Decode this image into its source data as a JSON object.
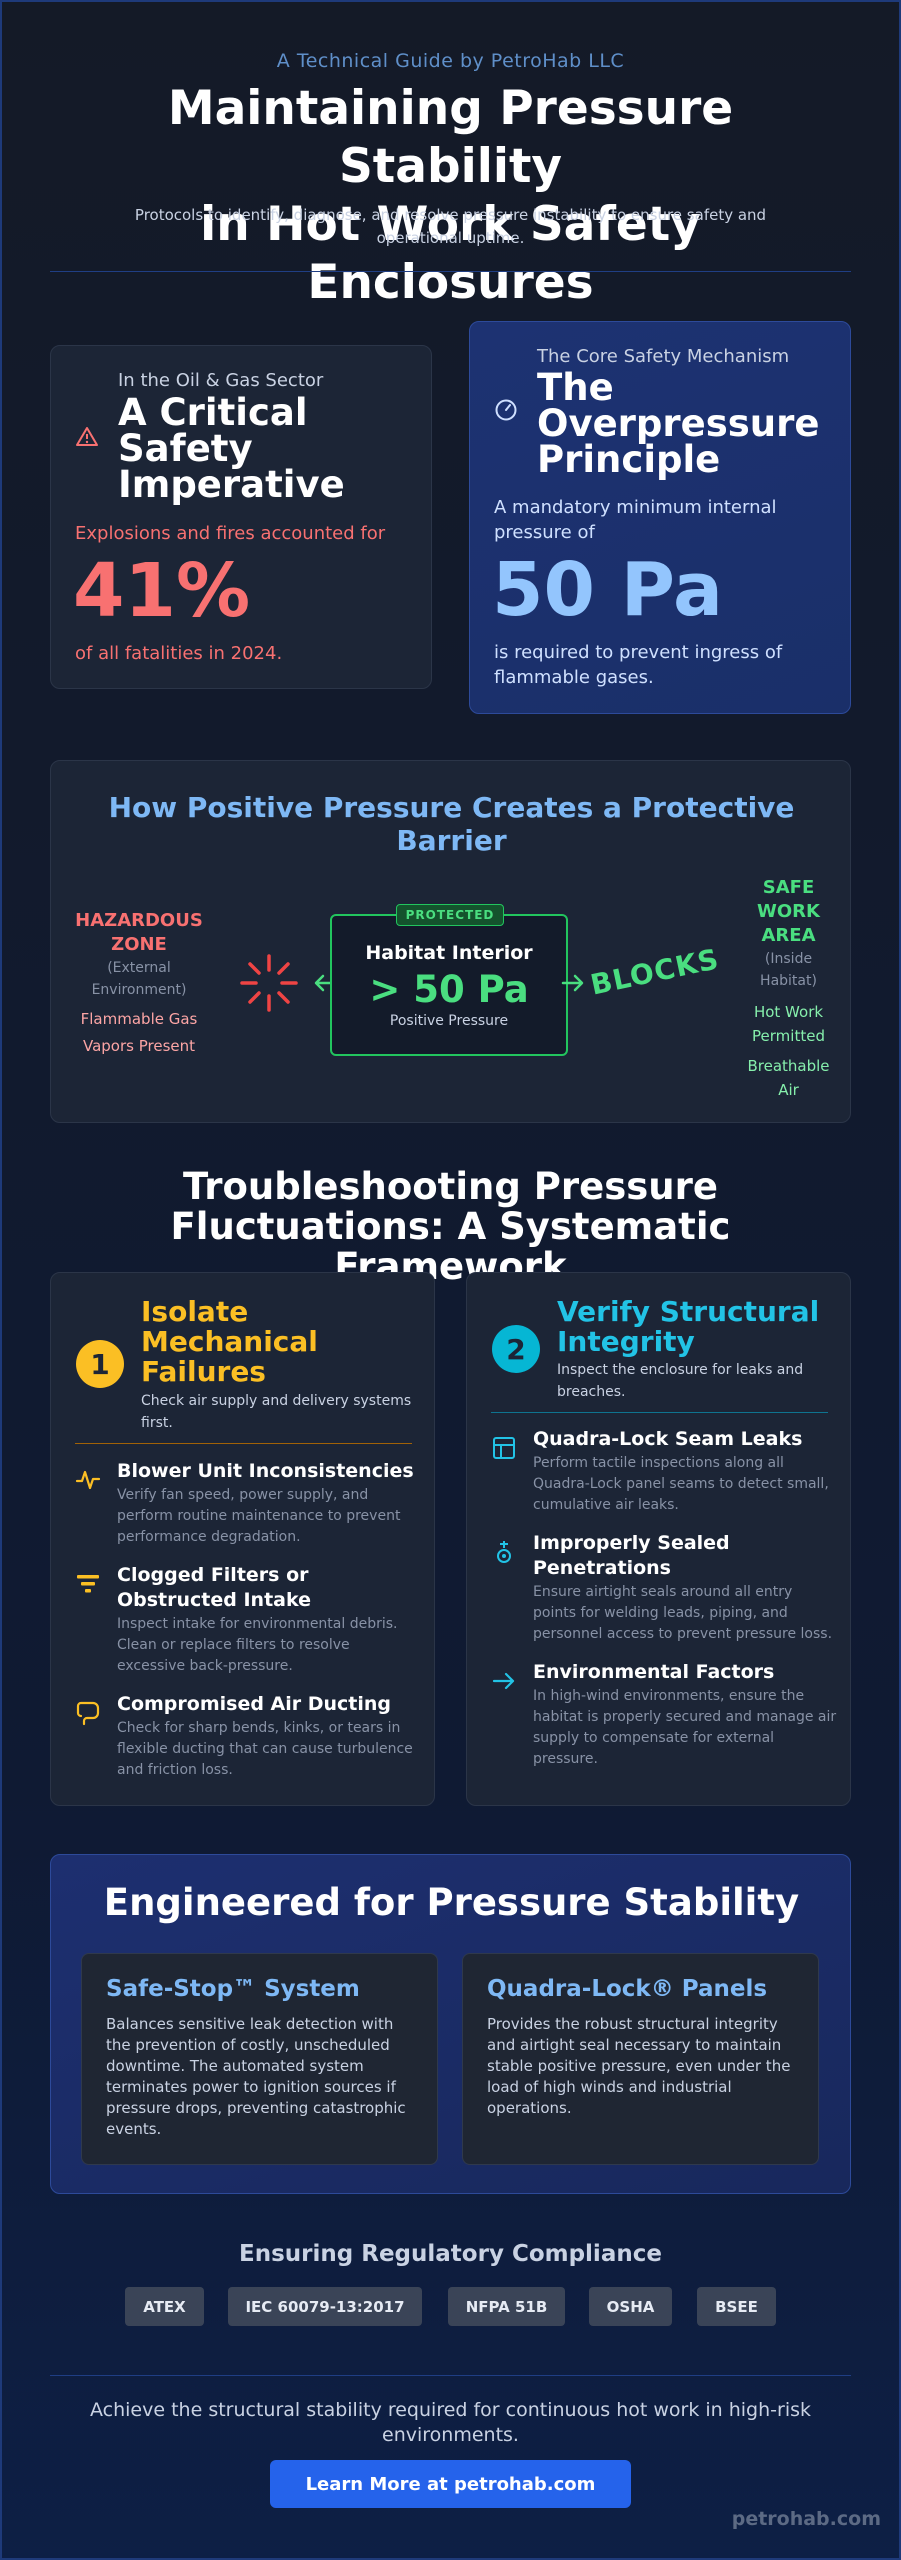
{
  "header": {
    "kicker": "A Technical Guide by PetroHab LLC",
    "title_line1": "Maintaining Pressure Stability",
    "title_line2": "in Hot Work Safety Enclosures",
    "subtitle": "Protocols to identify, diagnose, and resolve pressure instability to ensure safety and operational uptime."
  },
  "stat_left": {
    "icon": "warning-icon",
    "kicker": "In the Oil & Gas Sector",
    "title_lines": [
      "A Critical",
      "Safety",
      "Imperative"
    ],
    "pre": "Explosions and fires accounted for",
    "big": "41%",
    "post": "of all fatalities in 2024."
  },
  "stat_right": {
    "icon": "gauge-icon",
    "kicker": "The Core Safety Mechanism",
    "title_lines": [
      "The",
      "Overpressure",
      "Principle"
    ],
    "pre_lines": [
      "A mandatory minimum internal",
      "pressure of"
    ],
    "big": "50 Pa",
    "post_lines": [
      "is required to prevent ingress of",
      "flammable gases."
    ]
  },
  "diagram": {
    "title_line1": "How Positive Pressure Creates a Protective",
    "title_line2": "Barrier",
    "hazard": {
      "title_lines": [
        "HAZARDOUS",
        "ZONE"
      ],
      "sub_lines": [
        "(External",
        "Environment)"
      ],
      "notes": [
        "Flammable Gas",
        "Vapors Present"
      ]
    },
    "habitat": {
      "tag": "PROTECTED",
      "title": "Habitat Interior",
      "pressure": "> 50 Pa",
      "caption": "Positive Pressure"
    },
    "blocks": "BLOCKS",
    "safe": {
      "title_lines": [
        "SAFE",
        "WORK",
        "AREA"
      ],
      "sub_lines": [
        "(Inside",
        "Habitat)"
      ],
      "notes": [
        "Hot Work",
        "Permitted",
        "Breathable",
        "Air"
      ]
    },
    "colors": {
      "hazard": "#f87171",
      "safe": "#4ade80"
    }
  },
  "troubleshooting": {
    "title_line1": "Troubleshooting Pressure",
    "title_line2": "Fluctuations: A Systematic Framework",
    "step1": {
      "number": "1",
      "title_lines": [
        "Isolate",
        "Mechanical",
        "Failures"
      ],
      "desc_lines": [
        "Check air supply and delivery systems",
        "first."
      ],
      "color": "#fbbf24",
      "items": [
        {
          "icon": "pulse-icon",
          "title": "Blower Unit Inconsistencies",
          "desc": [
            "Verify fan speed, power supply, and",
            "perform routine maintenance to prevent",
            "performance degradation."
          ]
        },
        {
          "icon": "filter-icon",
          "title_lines": [
            "Clogged Filters or",
            "Obstructed Intake"
          ],
          "desc": [
            "Inspect intake for environmental debris.",
            "Clean or replace filters to resolve",
            "excessive back-pressure."
          ]
        },
        {
          "icon": "duct-icon",
          "title": "Compromised Air Ducting",
          "desc": [
            "Check for sharp bends, kinks, or tears in",
            "flexible ducting that can cause turbulence",
            "and friction loss."
          ]
        }
      ]
    },
    "step2": {
      "number": "2",
      "title_lines": [
        "Verify Structural",
        "Integrity"
      ],
      "desc_lines": [
        "Inspect the enclosure for leaks and",
        "breaches."
      ],
      "color": "#22c3e6",
      "items": [
        {
          "icon": "panel-grid-icon",
          "title": "Quadra-Lock Seam Leaks",
          "desc": [
            "Perform tactile inspections along all",
            "Quadra-Lock panel seams to detect small,",
            "cumulative air leaks."
          ]
        },
        {
          "icon": "seal-icon",
          "title_lines": [
            "Improperly Sealed",
            "Penetrations"
          ],
          "desc": [
            "Ensure airtight seals around all entry",
            "points for welding leads, piping, and",
            "personnel access to prevent pressure loss."
          ]
        },
        {
          "icon": "arrow-right-icon",
          "title": "Environmental Factors",
          "desc": [
            "In high-wind environments, ensure the",
            "habitat is properly secured and manage air",
            "supply to compensate for external",
            "pressure."
          ]
        }
      ]
    }
  },
  "products": {
    "title": "Engineered for Pressure Stability",
    "left": {
      "title": "Safe-Stop™ System",
      "desc": [
        "Balances sensitive leak detection with",
        "the prevention of costly, unscheduled",
        "downtime. The automated system",
        "terminates power to ignition sources if",
        "pressure drops, preventing catastrophic",
        "events."
      ]
    },
    "right": {
      "title": "Quadra-Lock® Panels",
      "desc": [
        "Provides the robust structural integrity",
        "and airtight seal necessary to maintain",
        "stable positive pressure, even under the",
        "load of high winds and industrial",
        "operations."
      ]
    }
  },
  "compliance": {
    "title": "Ensuring Regulatory Compliance",
    "badges": [
      "ATEX",
      "IEC 60079-13:2017",
      "NFPA 51B",
      "OSHA",
      "BSEE"
    ]
  },
  "cta": {
    "text_line1": "Achieve the structural stability required for continuous hot work in high-risk",
    "text_line2": "environments.",
    "button": "Learn More at petrohab.com"
  },
  "footer": {
    "brand": "petrohab.com"
  }
}
